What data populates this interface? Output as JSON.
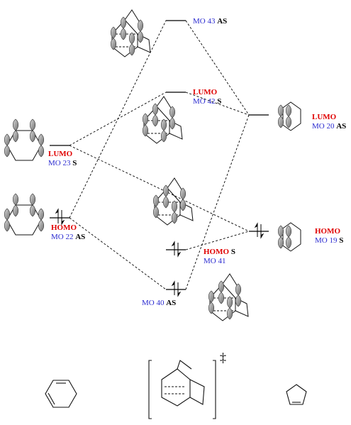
{
  "colors": {
    "mo_label": "#2b2bd0",
    "frontier": "#e00000",
    "symmetry": "#000000",
    "lobe": "#8c8c8c"
  },
  "levels": {
    "mo43": {
      "mo": "MO 43",
      "sym": "AS"
    },
    "mo42": {
      "tag": "LUMO",
      "mo": "MO 42",
      "sym": "S"
    },
    "mo41": {
      "tag": "HOMO",
      "mo": "MO 41",
      "sym": "S"
    },
    "mo40": {
      "mo": "MO 40",
      "sym": "AS"
    },
    "diene_lumo": {
      "tag": "LUMO",
      "mo": "MO 23",
      "sym": "S"
    },
    "diene_homo": {
      "tag": "HOMO",
      "mo": "MO 22",
      "sym": "AS"
    },
    "diox_lumo": {
      "tag": "LUMO",
      "mo": "MO  20",
      "sym": "AS"
    },
    "diox_homo": {
      "tag": "HOMO",
      "mo": "MO 19",
      "sym": "S"
    }
  },
  "transition_state": {
    "symbol": "‡"
  }
}
